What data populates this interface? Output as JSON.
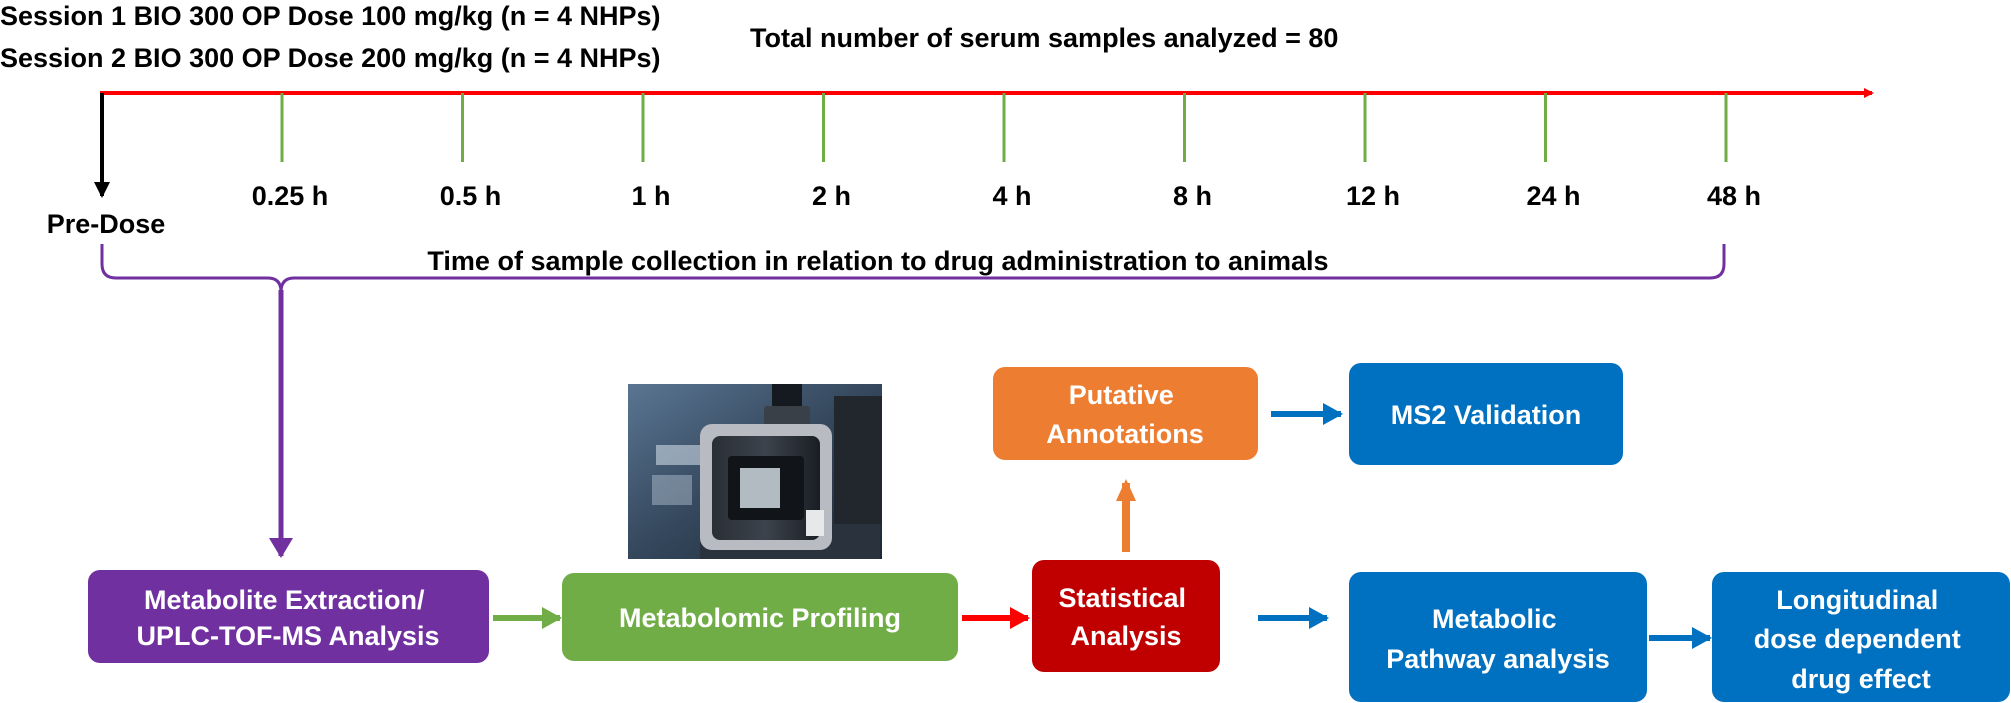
{
  "header": {
    "session1": "Session 1 BIO 300 OP Dose 100 mg/kg (n = 4 NHPs)",
    "session2": "Session 2 BIO 300 OP Dose 200 mg/kg (n = 4 NHPs)",
    "total_samples": "Total number of serum samples analyzed = 80"
  },
  "timeline": {
    "predose_label": "Pre-Dose",
    "time_points": [
      "0.25 h",
      "0.5 h",
      "1 h",
      "2 h",
      "4 h",
      "8 h",
      "12 h",
      "24 h",
      "48 h"
    ],
    "caption": "Time of sample collection in relation to drug administration to animals"
  },
  "workflow": {
    "extraction": [
      "Metabolite Extraction/",
      "UPLC-TOF-MS Analysis"
    ],
    "profiling": [
      "Metabolomic Profiling"
    ],
    "statistical": [
      "Statistical",
      "Analysis"
    ],
    "putative": [
      "Putative",
      "Annotations"
    ],
    "ms2": [
      "MS2 Validation"
    ],
    "pathway": [
      "Metabolic",
      "Pathway analysis"
    ],
    "longitudinal": [
      "Longitudinal",
      "dose dependent",
      "drug effect"
    ]
  },
  "colors": {
    "timeline_arrow": "#ff0000",
    "tick": "#70ad47",
    "bracket": "#7030a0",
    "extraction": "#7030a0",
    "profiling": "#70ad47",
    "statistical": "#c00000",
    "putative": "#ed7d31",
    "blue": "#0070c0"
  }
}
